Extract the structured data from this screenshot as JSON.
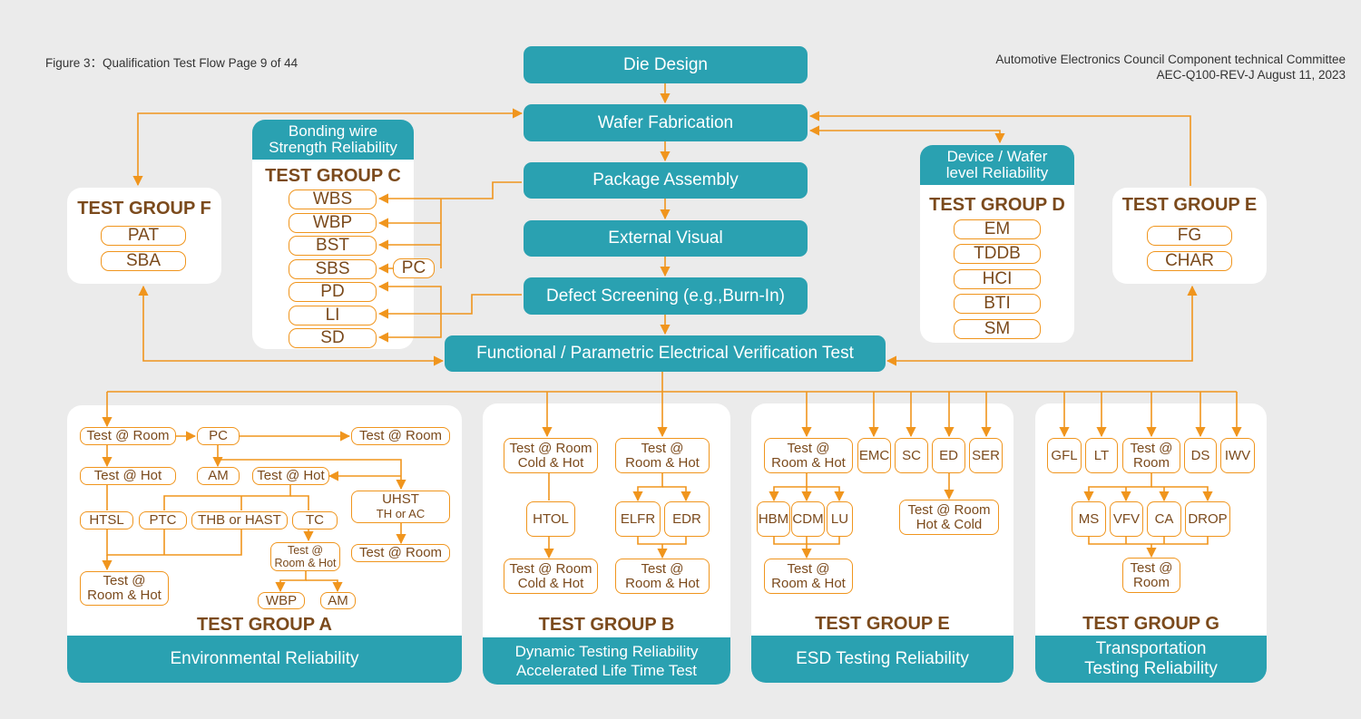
{
  "header": {
    "left": "Figure 3：Qualification Test Flow Page 9 of 44",
    "right_line1": "Automotive Electronics Council   Component technical Committee",
    "right_line2": "AEC-Q100-REV-J  August 11, 2023"
  },
  "flow": {
    "die_design": "Die Design",
    "wafer_fab": "Wafer Fabrication",
    "package_assembly": "Package Assembly",
    "external_visual": "External Visual",
    "defect_screening": "Defect Screening (e.g.,Burn-In)",
    "functional_test": "Functional / Parametric Electrical Verification Test"
  },
  "group_c": {
    "tab_line1": "Bonding wire",
    "tab_line2": "Strength Reliability",
    "title": "TEST GROUP C",
    "items": [
      "WBS",
      "WBP",
      "BST",
      "SBS",
      "PD",
      "LI",
      "SD"
    ],
    "pc": "PC"
  },
  "group_f": {
    "title": "TEST GROUP F",
    "items": [
      "PAT",
      "SBA"
    ]
  },
  "group_d": {
    "tab_line1": "Device / Wafer",
    "tab_line2": "level Reliability",
    "title": "TEST GROUP D",
    "items": [
      "EM",
      "TDDB",
      "HCI",
      "BTI",
      "SM"
    ]
  },
  "group_e_top": {
    "title": "TEST GROUP E",
    "items": [
      "FG",
      "CHAR"
    ]
  },
  "group_a": {
    "title": "TEST GROUP A",
    "footer": "Environmental Reliability",
    "test_room_1": "Test @ Room",
    "pc": "PC",
    "test_room_2": "Test @ Room",
    "test_hot_1": "Test @ Hot",
    "am_1": "AM",
    "test_hot_2": "Test @ Hot",
    "uhst_line1": "UHST",
    "uhst_line2": "TH or AC",
    "htsl": "HTSL",
    "ptc": "PTC",
    "thb": "THB or HAST",
    "tc": "TC",
    "test_room_3": "Test @ Room",
    "test_rh_small_1": "Test @",
    "test_rh_small_2": "Room & Hot",
    "test_rh_big_1": "Test @",
    "test_rh_big_2": "Room & Hot",
    "wbp": "WBP",
    "am_2": "AM"
  },
  "group_b": {
    "title": "TEST GROUP B",
    "footer_line1": "Dynamic Testing Reliability",
    "footer_line2": "Accelerated Life Time Test",
    "t1_line1": "Test @ Room",
    "t1_line2": "Cold & Hot",
    "t2_line1": "Test @",
    "t2_line2": "Room & Hot",
    "htol": "HTOL",
    "elfr": "ELFR",
    "edr": "EDR",
    "t3_line1": "Test @ Room",
    "t3_line2": "Cold & Hot",
    "t4_line1": "Test @",
    "t4_line2": "Room & Hot"
  },
  "group_e": {
    "title": "TEST GROUP E",
    "footer": "ESD Testing Reliability",
    "t1_line1": "Test @",
    "t1_line2": "Room & Hot",
    "emc": "EMC",
    "sc": "SC",
    "ed": "ED",
    "ser": "SER",
    "hbm": "HBM",
    "cdm": "CDM",
    "lu": "LU",
    "t2_line1": "Test @ Room",
    "t2_line2": "Hot & Cold",
    "t3_line1": "Test @",
    "t3_line2": "Room & Hot"
  },
  "group_g": {
    "title": "TEST GROUP G",
    "footer_line1": "Transportation",
    "footer_line2": "Testing Reliability",
    "gfl": "GFL",
    "lt": "LT",
    "t1_line1": "Test @",
    "t1_line2": "Room",
    "ds": "DS",
    "iwv": "IWV",
    "ms": "MS",
    "vfv": "VFV",
    "ca": "CA",
    "drop": "DROP",
    "t2_line1": "Test @",
    "t2_line2": "Room"
  },
  "colors": {
    "teal": "#2aa1b1",
    "orange": "#f0951d",
    "brown": "#7b4a1c",
    "background": "#ebebeb"
  }
}
